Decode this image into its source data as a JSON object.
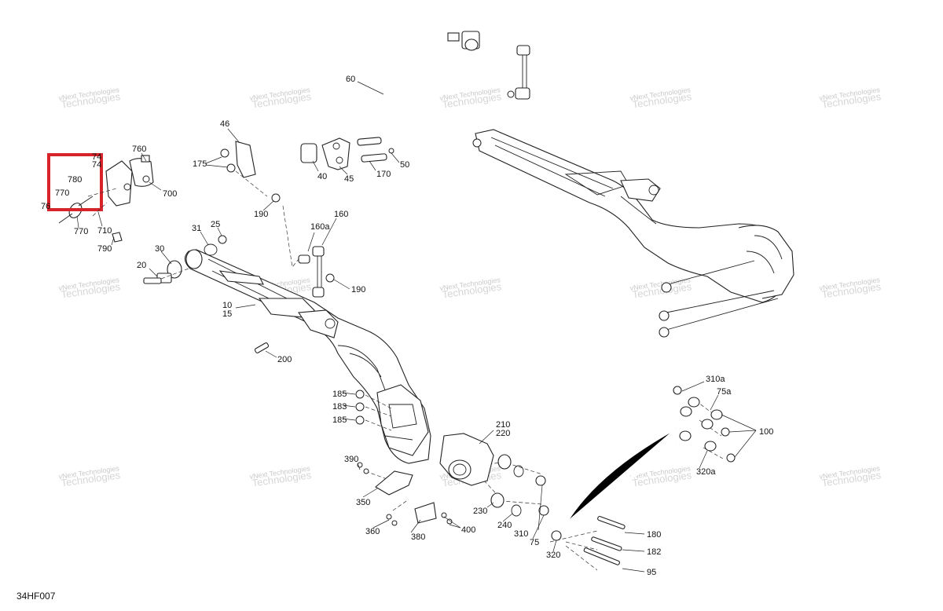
{
  "watermark": {
    "line1": "vNext Technologies",
    "line2": "Technologies"
  },
  "diagram_code": "34HF007",
  "highlight_color": "#d9232a",
  "callouts": {
    "c60": "60",
    "c46": "46",
    "c175": "175",
    "c40": "40",
    "c45": "45",
    "c170": "170",
    "c50": "50",
    "c190a": "190",
    "c760a": "760",
    "c74a": "74",
    "c74b": "74",
    "c780": "780",
    "c770a": "770",
    "c76": "76",
    "c770b": "770",
    "c710": "710",
    "c700": "700",
    "c790": "790",
    "c31": "31",
    "c25": "25",
    "c160a": "160a",
    "c160": "160",
    "c30": "30",
    "c20": "20",
    "c190b": "190",
    "c10": "10",
    "c15": "15",
    "c200": "200",
    "c185a": "185",
    "c183": "183",
    "c185b": "185",
    "c210": "210",
    "c220": "220",
    "c390": "390",
    "c350": "350",
    "c360": "360",
    "c380": "380",
    "c400": "400",
    "c230": "230",
    "c240": "240",
    "c310": "310",
    "c75": "75",
    "c320": "320",
    "c310a": "310a",
    "c75a": "75a",
    "c100": "100",
    "c320a": "320a",
    "c180": "180",
    "c182": "182",
    "c95": "95"
  }
}
